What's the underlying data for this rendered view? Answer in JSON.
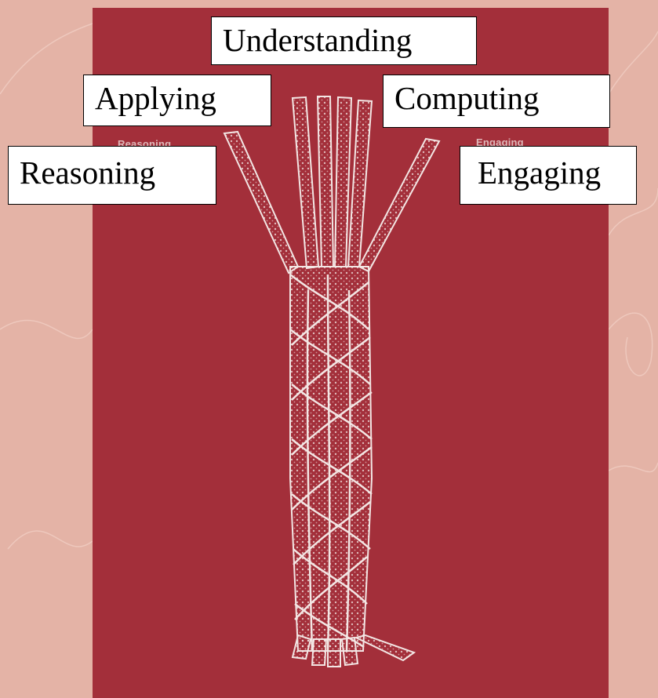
{
  "figure": {
    "strand_labels": {
      "understanding": "Understanding",
      "applying": "Applying",
      "computing": "Computing",
      "reasoning": "Reasoning",
      "engaging": "Engaging"
    },
    "printed_labels": {
      "reasoning": "Reasoning",
      "engaging": "Engaging"
    },
    "colors": {
      "background": "#e4b3a6",
      "panel": "#a32f3a",
      "rope": "#f3e6e4",
      "label_box": "#ffffff"
    }
  }
}
